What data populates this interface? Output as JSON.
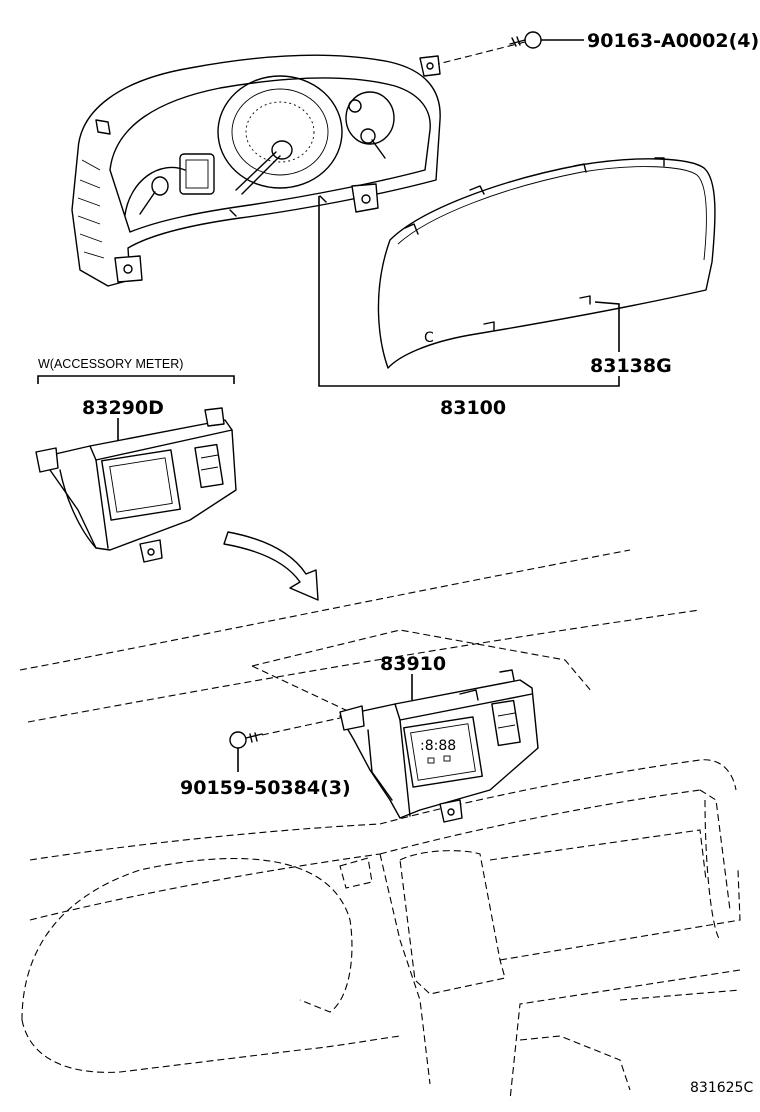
{
  "labels": {
    "screw_top": "90163-A0002(4)",
    "cover": "83138G",
    "meter_assy": "83100",
    "accessory_note": "W(ACCESSORY METER)",
    "accessory_meter": "83290D",
    "clock": "83910",
    "screw_bottom": "90159-50384(3)",
    "clock_display": ":8:88",
    "cover_glyph": "C"
  },
  "figure_ref": "831625C"
}
